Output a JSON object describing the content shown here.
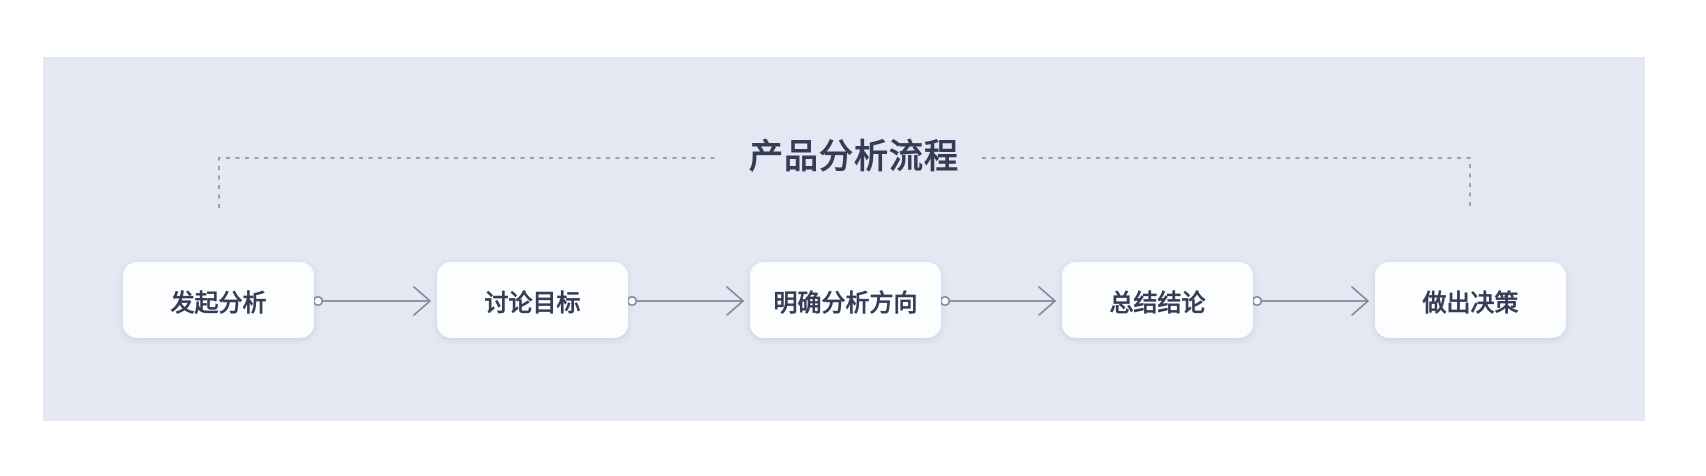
{
  "diagram": {
    "title": "产品分析流程",
    "steps": [
      {
        "label": "发起分析"
      },
      {
        "label": "讨论目标"
      },
      {
        "label": "明确分析方向"
      },
      {
        "label": "总结结论"
      },
      {
        "label": "做出决策"
      }
    ],
    "colors": {
      "panel_background": "#e4e8f2",
      "node_background": "#fcfdff",
      "text": "#363c55",
      "arrow": "#83889b",
      "bracket_dotted": "#9aa0b0"
    }
  }
}
